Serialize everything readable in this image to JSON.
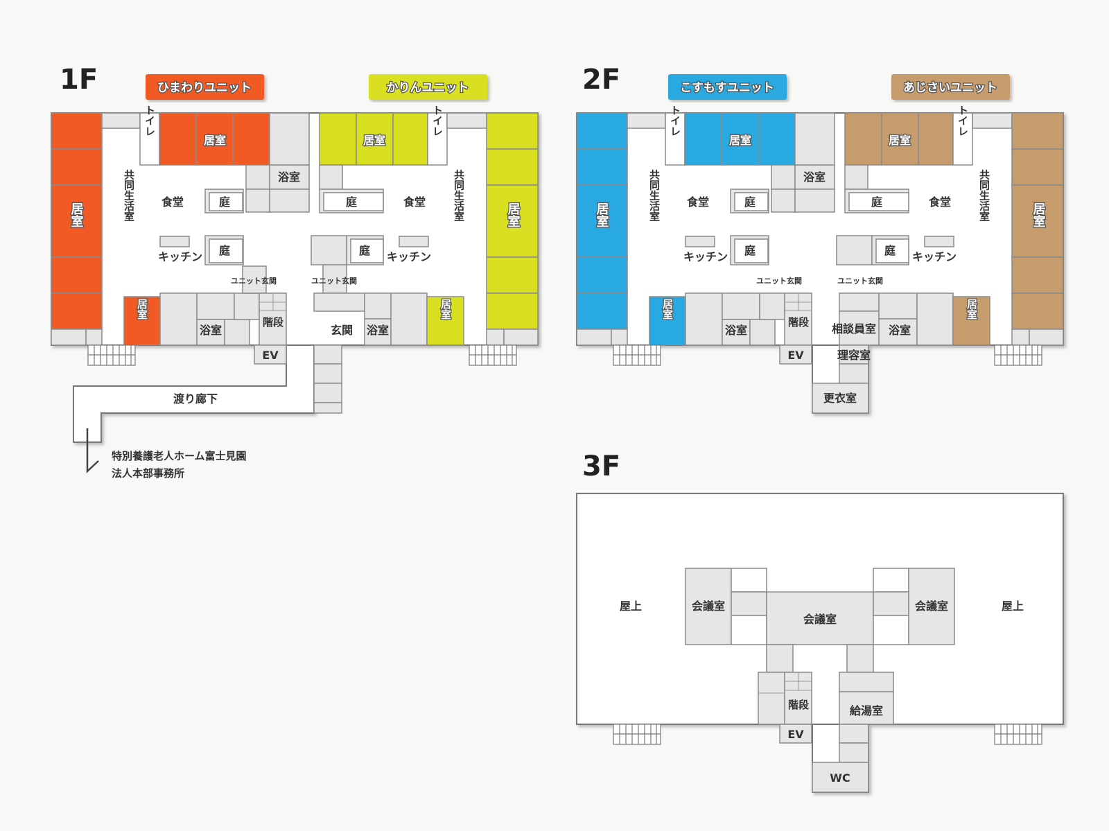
{
  "colors": {
    "himawari": "#f15a24",
    "karin": "#d9e021",
    "kosumosu": "#29a9e1",
    "ajisai": "#c69c6d",
    "room_gray": "#e6e6e6",
    "floor_white": "#ffffff"
  },
  "floors": {
    "f1": "1F",
    "f2": "2F",
    "f3": "3F"
  },
  "units": {
    "himawari": "ひまわりユニット",
    "karin": "かりんユニット",
    "kosumosu": "こすもすユニット",
    "ajisai": "あじさいユニット"
  },
  "labels": {
    "kyoshitsu": "居室",
    "toilet": "トイレ",
    "yokushitsu": "浴室",
    "shokudo": "食堂",
    "niwa": "庭",
    "kitchen": "キッチン",
    "kyodo": "共同生活室",
    "unit_genkan": "ユニット玄関",
    "kaidan": "階段",
    "ev": "EV",
    "genkan": "玄関",
    "watari": "渡り廊下",
    "soudan": "相談員室",
    "riyou": "理容室",
    "kouishitsu": "更衣室",
    "okujo": "屋上",
    "kaigi": "会議室",
    "kyuto": "給湯室",
    "wc": "WC"
  },
  "note": {
    "line1": "特別養護老人ホーム富士見園",
    "line2": "法人本部事務所"
  }
}
